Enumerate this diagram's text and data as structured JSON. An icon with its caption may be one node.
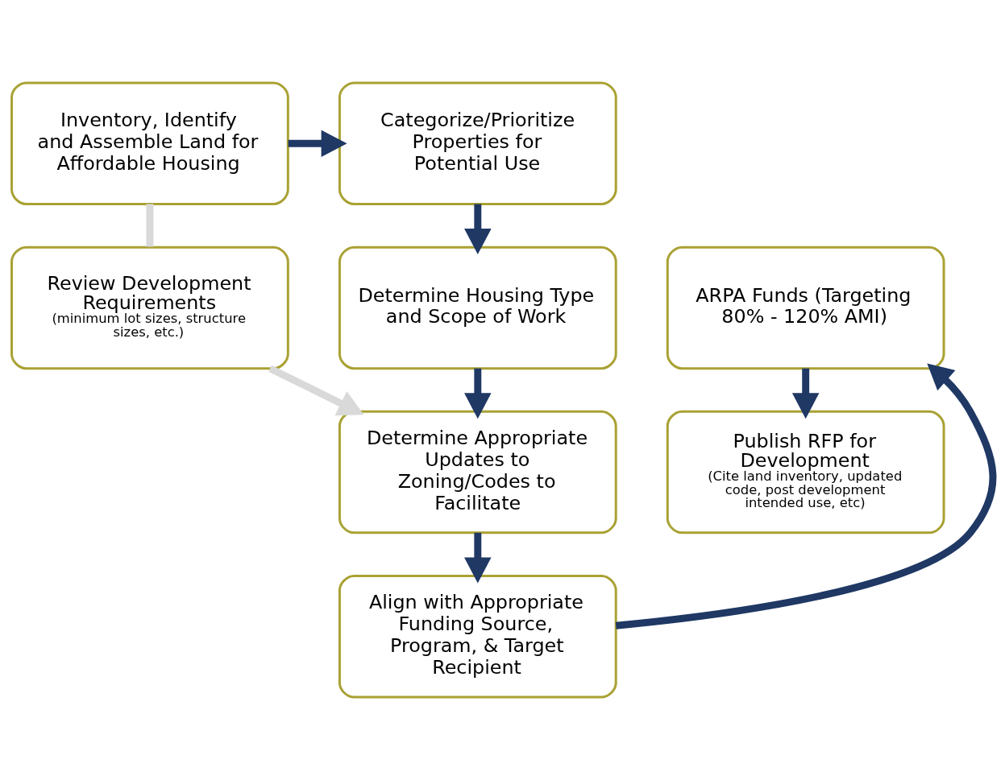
{
  "diagram": {
    "nodes": [
      {
        "text": [
          "Inventory, Identify and Assemble Land for Affordable Housing"
        ]
      },
      {
        "text": [
          "Categorize/Prioritize Properties for Potential Use"
        ]
      },
      {
        "text": [
          "Review Development Requirements",
          "(minimum lot sizes, structure sizes, etc.)"
        ]
      },
      {
        "text": [
          "Determine Housing Type and Scope of Work"
        ]
      },
      {
        "text": [
          "ARPA Funds (Targeting 80% - 120% AMI)"
        ]
      },
      {
        "text": [
          "Determine Appropriate Updates to Zoning/Codes to Facilitate"
        ]
      },
      {
        "text": [
          "Publish RFP for Development",
          "(Cite land inventory, updated code, post development intended use, etc)"
        ]
      },
      {
        "text": [
          "Align with Appropriate Funding Source, Program, & Target Recipient"
        ]
      }
    ],
    "edges": [
      {
        "from": 0,
        "to": 1,
        "arrow": "to"
      },
      {
        "from": 1,
        "to": 3,
        "arrow": "to"
      },
      {
        "from": 3,
        "to": 5,
        "arrow": "to"
      },
      {
        "from": 5,
        "to": 7,
        "arrow": "to"
      },
      {
        "from": 7,
        "to": 4,
        "arrow": "to"
      },
      {
        "from": 4,
        "to": 6,
        "arrow": "to"
      },
      {
        "from": 0,
        "to": 2,
        "arrow": "none",
        "color": "#d9d9d9"
      },
      {
        "from": 2,
        "to": 5,
        "arrow": "to",
        "color": "#d9d9d9"
      }
    ]
  }
}
